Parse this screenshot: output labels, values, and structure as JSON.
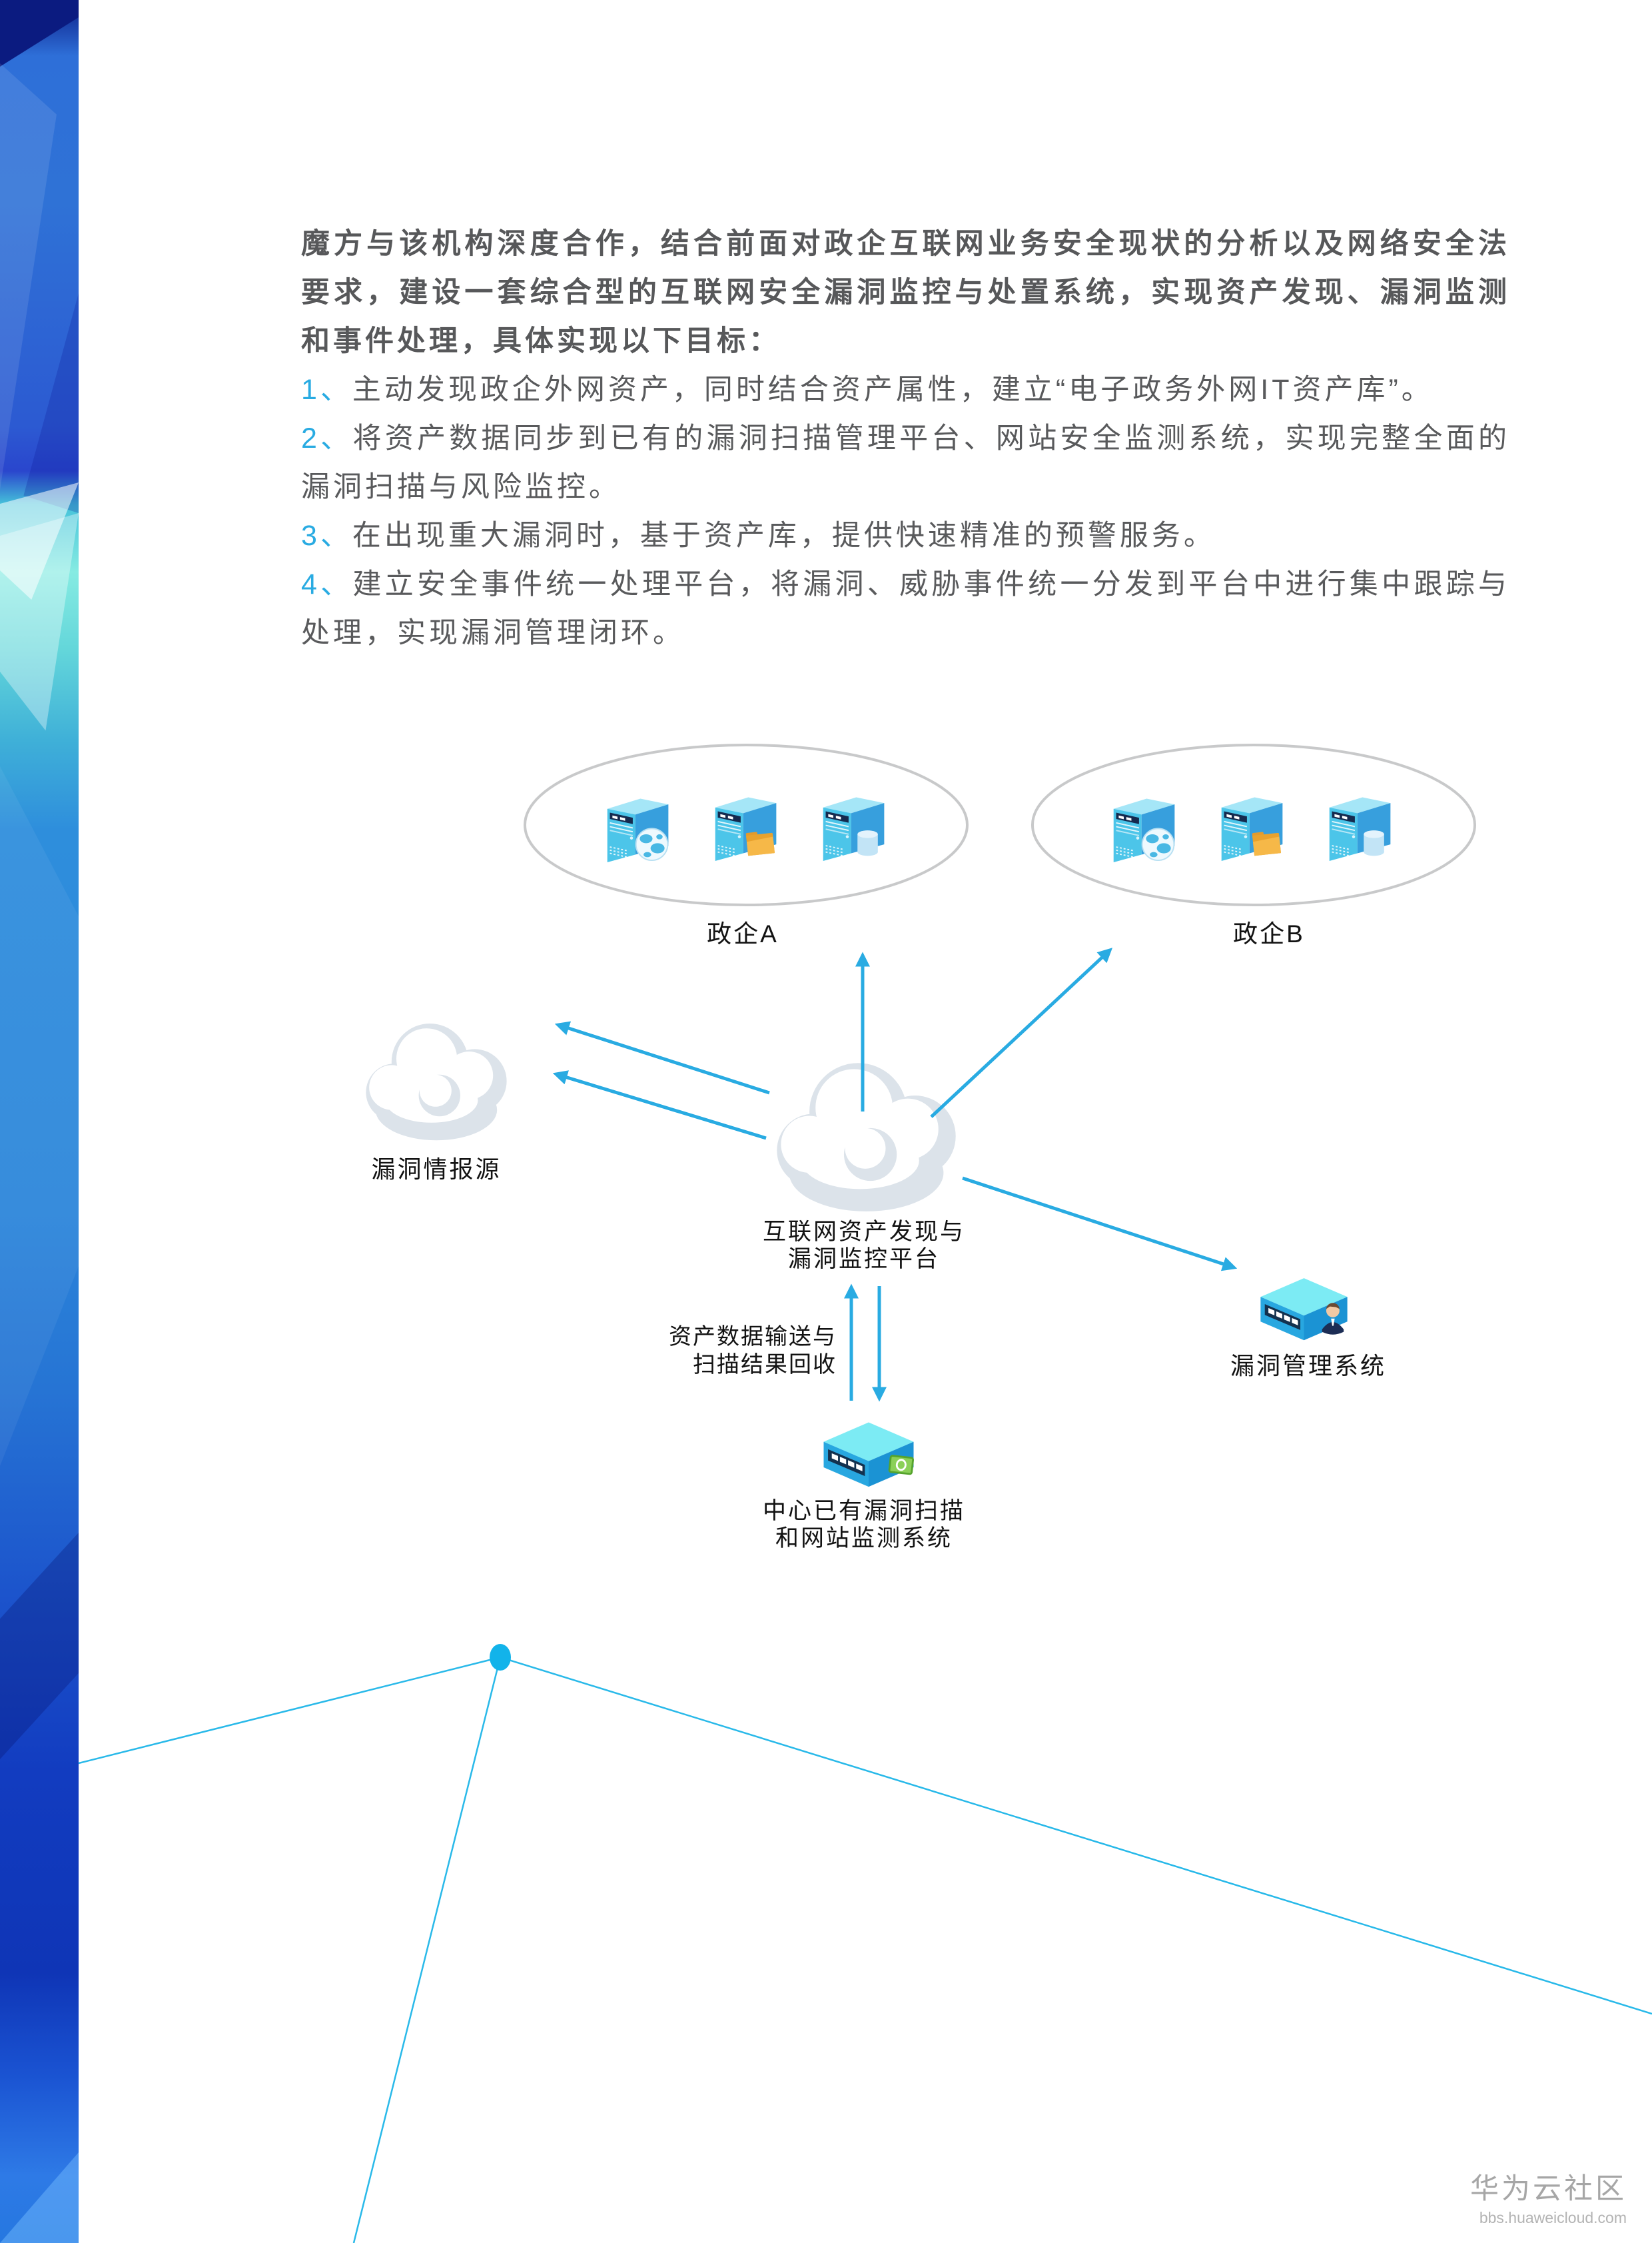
{
  "colors": {
    "accent": "#29abe2",
    "body_text": "#595a5c",
    "label_text": "#121212",
    "ellipse_stroke": "#c8c9ca",
    "cloud_gray": "#dce3ea",
    "thin_line": "#29b9e9",
    "watermark": "#a6a6a6"
  },
  "intro": "魔方与该机构深度合作，结合前面对政企互联网业务安全现状的分析以及网络安全法要求，建设一套综合型的互联网安全漏洞监控与处置系统，实现资产发现、漏洞监测和事件处理，具体实现以下目标：",
  "items": [
    {
      "num": "1、",
      "text": "主动发现政企外网资产，同时结合资产属性，建立“电子政务外网IT资产库”。"
    },
    {
      "num": "2、",
      "text": "将资产数据同步到已有的漏洞扫描管理平台、网站安全监测系统，实现完整全面的漏洞扫描与风险监控。"
    },
    {
      "num": "3、",
      "text": "在出现重大漏洞时，基于资产库，提供快速精准的预警服务。"
    },
    {
      "num": "4、",
      "text": "建立安全事件统一处理平台，将漏洞、威胁事件统一分发到平台中进行集中跟踪与处理，实现漏洞管理闭环。"
    }
  ],
  "diagram": {
    "org_a": "政企A",
    "org_b": "政企B",
    "intel_source": "漏洞情报源",
    "platform_line1": "互联网资产发现与",
    "platform_line2": "漏洞监控平台",
    "transfer_line1": "资产数据输送与",
    "transfer_line2": "扫描结果回收",
    "mgmt_system": "漏洞管理系统",
    "scanner_line1": "中心已有漏洞扫描",
    "scanner_line2": "和网站监测系统",
    "icons": [
      "cloud-icon",
      "server-globe-icon",
      "server-folder-icon",
      "server-database-icon",
      "appliance-admin-icon",
      "appliance-scanner-icon",
      "arrow-icon",
      "node-dot-icon"
    ]
  },
  "watermark": {
    "title": "华为云社区",
    "url": "bbs.huaweicloud.com"
  }
}
